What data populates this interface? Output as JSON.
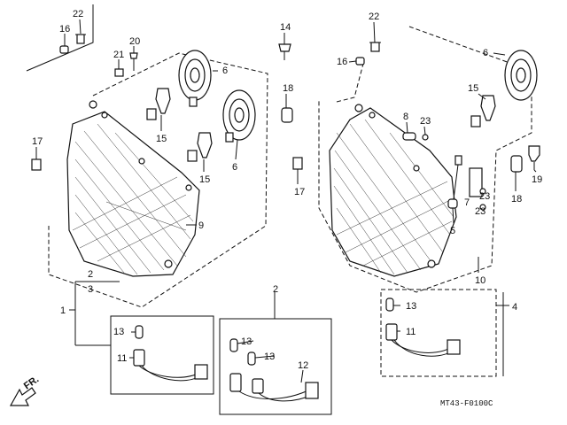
{
  "callouts": {
    "c22a": "22",
    "c16a": "16",
    "c20": "20",
    "c21": "21",
    "c6a": "6",
    "c15a": "15",
    "c15b": "15",
    "c6b": "6",
    "c17a": "17",
    "c9": "9",
    "c14": "14",
    "c18a": "18",
    "c17b": "17",
    "c2a": "2",
    "c3": "3",
    "c1": "1",
    "c13a": "13",
    "c11a": "11",
    "c2b": "2",
    "c13b": "13",
    "c13c": "13",
    "c12": "12",
    "c22b": "22",
    "c16b": "16",
    "c6c": "6",
    "c15c": "15",
    "c8": "8",
    "c23a": "23",
    "c7": "7",
    "c23b": "23",
    "c23c": "23",
    "c5": "5",
    "c18b": "18",
    "c19": "19",
    "c10": "10",
    "c13d": "13",
    "c11b": "11",
    "c4": "4"
  },
  "direction_label": "FR.",
  "diagram_code": "MT43-F0100C",
  "icons": {
    "front": "arrow-fr-icon"
  }
}
